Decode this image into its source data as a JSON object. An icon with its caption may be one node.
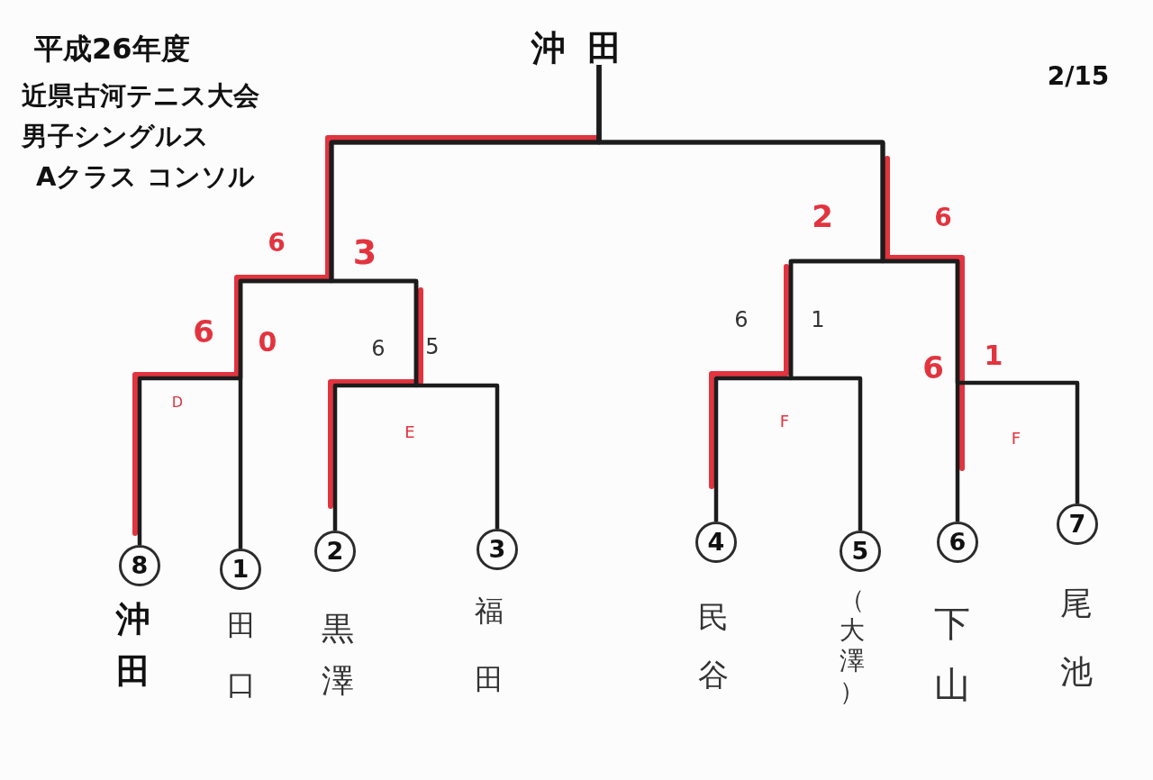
{
  "diagram": {
    "nodes": [
      {
        "text": [
          "沖田"
        ]
      },
      {
        "text": [
          "8"
        ],
        "beside": [
          "沖田"
        ]
      },
      {
        "text": [
          "1"
        ],
        "beside": [
          "田口"
        ]
      },
      {
        "text": [
          "2"
        ],
        "beside": [
          "黒澤"
        ]
      },
      {
        "text": [
          "3"
        ],
        "beside": [
          "福田"
        ]
      },
      {
        "text": [
          "4"
        ],
        "beside": [
          "民谷"
        ]
      },
      {
        "text": [
          "5"
        ],
        "beside": [
          "（大澤）"
        ]
      },
      {
        "text": [
          "6"
        ],
        "beside": [
          "下山"
        ]
      },
      {
        "text": [
          "7"
        ],
        "beside": [
          "尾池"
        ]
      }
    ],
    "edges": [
      {
        "from": 1,
        "to": 0,
        "arrow": "none"
      },
      {
        "from": 2,
        "to": 0,
        "arrow": "none"
      },
      {
        "from": 3,
        "to": 0,
        "arrow": "none"
      },
      {
        "from": 4,
        "to": 0,
        "arrow": "none"
      },
      {
        "from": 5,
        "to": 0,
        "arrow": "none"
      },
      {
        "from": 6,
        "to": 0,
        "arrow": "none"
      },
      {
        "from": 7,
        "to": 0,
        "arrow": "none"
      },
      {
        "from": 8,
        "to": 0,
        "arrow": "none"
      }
    ],
    "labels": [
      "平成26年度",
      "近県古河テニス大会",
      "男子シングルス",
      "Aクラス コンソル",
      "2/15",
      "2",
      "6",
      "6",
      "3",
      "6",
      "1",
      "6",
      "0",
      "6",
      "5",
      "1",
      "6",
      "D",
      "E",
      "F",
      "F"
    ]
  }
}
